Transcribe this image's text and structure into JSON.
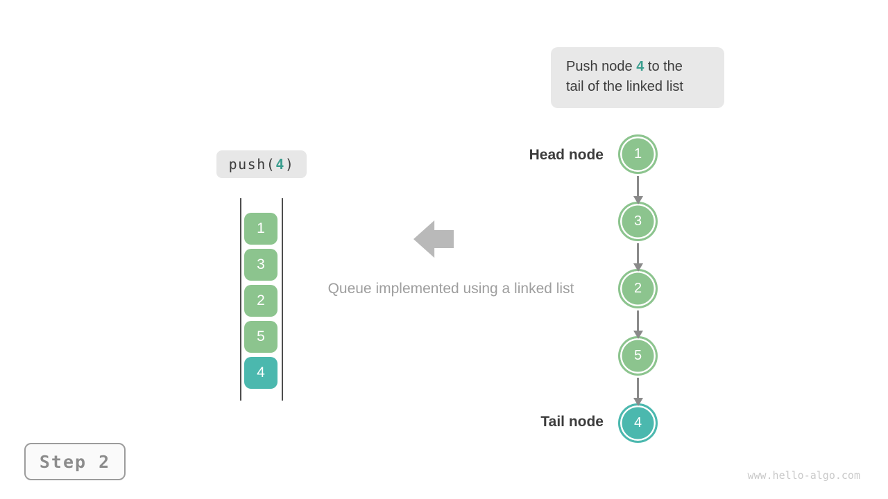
{
  "palette": {
    "node_green": "#8cc48e",
    "node_teal": "#4bb8ae",
    "accent_teal_text": "#3a9d8e",
    "chip_bg": "#e8e8e8",
    "dark_text": "#3c3c3c",
    "muted_text": "#9e9e9e",
    "connector_gray": "#8a8a8a",
    "block_arrow_gray": "#b9b9b9",
    "watermark_gray": "#c9c9c9"
  },
  "tooltip": {
    "line1_prefix": "Push node ",
    "value": "4",
    "line1_suffix": " to the",
    "line2": "tail of the linked list"
  },
  "operation": {
    "prefix": "push(",
    "value": "4",
    "suffix": ")"
  },
  "queue": {
    "items": [
      {
        "value": "1",
        "color": "green"
      },
      {
        "value": "3",
        "color": "green"
      },
      {
        "value": "2",
        "color": "green"
      },
      {
        "value": "5",
        "color": "green"
      },
      {
        "value": "4",
        "color": "teal"
      }
    ]
  },
  "caption": "Queue implemented using a linked list",
  "linked_list": {
    "head_label": "Head node",
    "tail_label": "Tail node",
    "nodes": [
      {
        "value": "1",
        "color": "green"
      },
      {
        "value": "3",
        "color": "green"
      },
      {
        "value": "2",
        "color": "green"
      },
      {
        "value": "5",
        "color": "green"
      },
      {
        "value": "4",
        "color": "teal"
      }
    ]
  },
  "step_badge": {
    "label": "Step 2"
  },
  "watermark": {
    "text": "www.hello-algo.com"
  }
}
